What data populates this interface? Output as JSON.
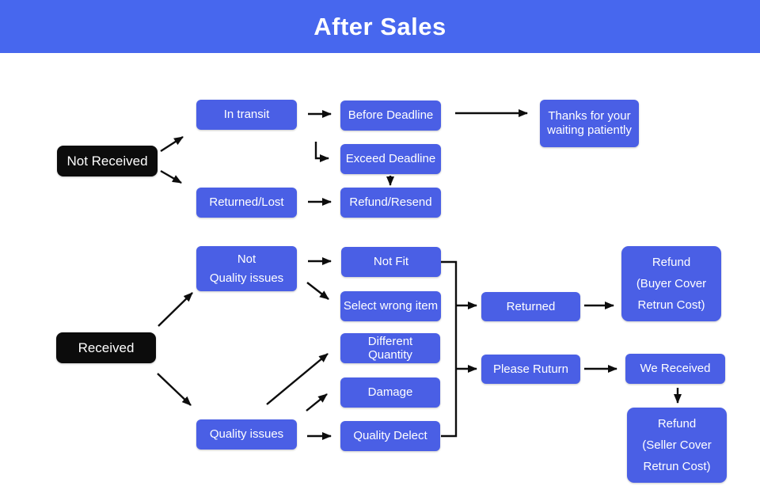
{
  "header": {
    "title": "After Sales"
  },
  "colors": {
    "header_bg": "#4767ee",
    "node_bg": "#4a5fe5",
    "start_node_bg": "#0c0c0c",
    "arrow_color": "#0d0d0d"
  },
  "nodes": {
    "not_received": {
      "label": "Not Received"
    },
    "in_transit": {
      "label": "In transit"
    },
    "returned_lost": {
      "label": "Returned/Lost"
    },
    "before_deadline": {
      "label": "Before Deadline"
    },
    "exceed_deadline": {
      "label": "Exceed Deadline"
    },
    "refund_resend": {
      "label": "Refund/Resend"
    },
    "thanks": {
      "line1": "Thanks for your",
      "line2": "waiting patiently"
    },
    "received": {
      "label": "Received"
    },
    "not_quality_issues": {
      "line1": "Not",
      "line2": "Quality issues"
    },
    "quality_issues": {
      "label": "Quality issues"
    },
    "not_fit": {
      "label": "Not Fit"
    },
    "select_wrong_item": {
      "label": "Select wrong item"
    },
    "different_quantity": {
      "line1": "Different",
      "line2": "Quantity"
    },
    "damage": {
      "label": "Damage"
    },
    "quality_delect": {
      "label": "Quality Delect"
    },
    "returned": {
      "label": "Returned"
    },
    "please_ruturn": {
      "label": "Please Ruturn"
    },
    "refund_buyer": {
      "line1": "Refund",
      "line2": "(Buyer Cover",
      "line3": "Retrun Cost)"
    },
    "we_received": {
      "label": "We Received"
    },
    "refund_seller": {
      "line1": "Refund",
      "line2": "(Seller Cover",
      "line3": "Retrun Cost)"
    }
  },
  "edges": [
    {
      "from": "not_received",
      "to": "in_transit"
    },
    {
      "from": "not_received",
      "to": "returned_lost"
    },
    {
      "from": "in_transit",
      "to": "before_deadline"
    },
    {
      "from": "before_deadline",
      "to": "thanks"
    },
    {
      "from": "in_transit",
      "to": "exceed_deadline"
    },
    {
      "from": "exceed_deadline",
      "to": "refund_resend"
    },
    {
      "from": "returned_lost",
      "to": "refund_resend"
    },
    {
      "from": "received",
      "to": "not_quality_issues"
    },
    {
      "from": "received",
      "to": "quality_issues"
    },
    {
      "from": "not_quality_issues",
      "to": "not_fit"
    },
    {
      "from": "not_quality_issues",
      "to": "select_wrong_item"
    },
    {
      "from": "quality_issues",
      "to": "different_quantity"
    },
    {
      "from": "quality_issues",
      "to": "damage"
    },
    {
      "from": "quality_issues",
      "to": "quality_delect"
    },
    {
      "from": "issue_group",
      "to": "returned"
    },
    {
      "from": "issue_group",
      "to": "please_ruturn"
    },
    {
      "from": "returned",
      "to": "refund_buyer"
    },
    {
      "from": "please_ruturn",
      "to": "we_received"
    },
    {
      "from": "we_received",
      "to": "refund_seller"
    }
  ]
}
